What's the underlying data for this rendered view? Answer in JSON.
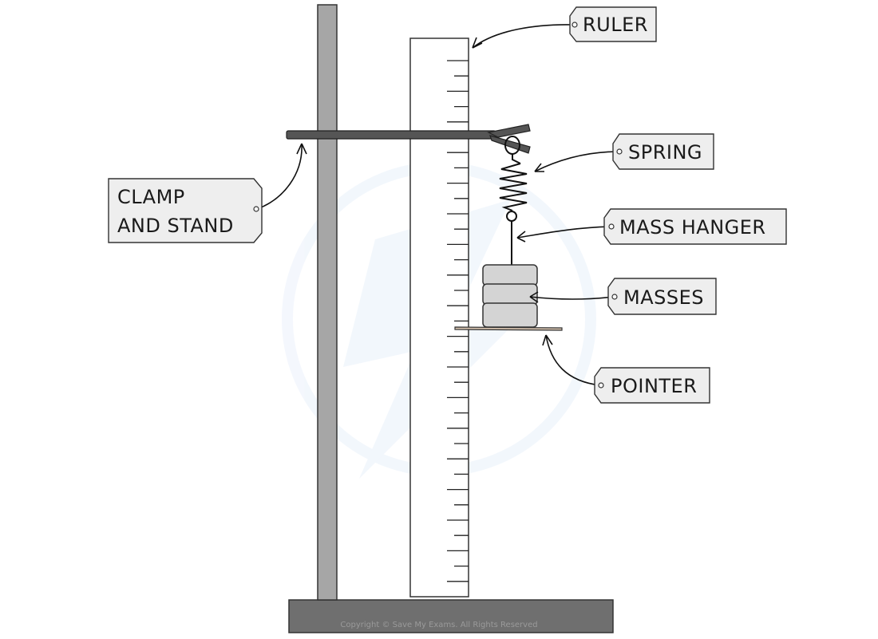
{
  "labels": {
    "ruler": "RULER",
    "spring": "SPRING",
    "mass_hanger": "MASS HANGER",
    "masses": "MASSES",
    "pointer": "POINTER",
    "clamp_line1": "CLAMP",
    "clamp_line2": "AND STAND"
  },
  "footer": {
    "copyright": "Copyright © Save My Exams. All Rights Reserved"
  },
  "colors": {
    "stand": "#a6a6a6",
    "base": "#6f6f6f",
    "clamp_bar": "#555555",
    "tag_fill": "#eeeeee",
    "pointer": "#d8c4b0",
    "masses": "#d4d4d4"
  }
}
